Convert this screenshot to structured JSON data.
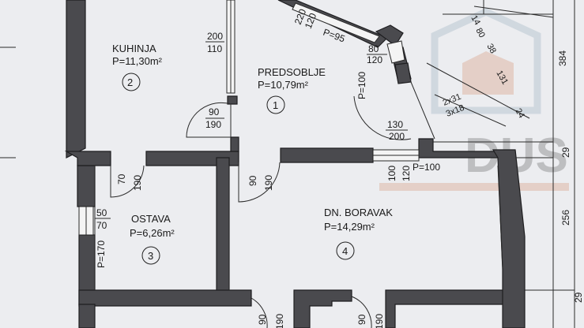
{
  "rooms": [
    {
      "name": "KUHINJA",
      "area": "P=11,30m²",
      "number": "2"
    },
    {
      "name": "PREDSOBLJE",
      "area": "P=10,79m²",
      "number": "1"
    },
    {
      "name": "OSTAVA",
      "area": "P=6,26m²",
      "number": "3"
    },
    {
      "name": "DN. BORAVAK",
      "area": "P=14,29m²",
      "number": "4"
    }
  ],
  "openings": {
    "kitchen_window": [
      "200",
      "110"
    ],
    "top_window": [
      "220",
      "120",
      "P=95"
    ],
    "corner_window": [
      "80",
      "120",
      "P=100"
    ],
    "entry_door": [
      "130",
      "200"
    ],
    "kitchen_door": [
      "90",
      "190"
    ],
    "storage_door": [
      "70",
      "190"
    ],
    "storage_window": [
      "50",
      "70",
      "P=170"
    ],
    "living_door": [
      "90",
      "190"
    ],
    "living_window": [
      "100",
      "120",
      "P=100"
    ],
    "bottom_door_left": [
      "90",
      "190"
    ],
    "bottom_door_right": [
      "90",
      "190"
    ]
  },
  "right_dims": {
    "d14": "14",
    "d80": "80",
    "d38": "38",
    "d131": "131",
    "d2x31": "2x31",
    "d3x18": "3x18",
    "d24": "24",
    "d384": "384",
    "d29a": "29",
    "d256": "256",
    "d29b": "29"
  },
  "watermark": {
    "text": "DUS"
  },
  "colors": {
    "wall": "#4a4a4e",
    "paper": "#ecedf0",
    "watermark": "#c96a3a"
  }
}
